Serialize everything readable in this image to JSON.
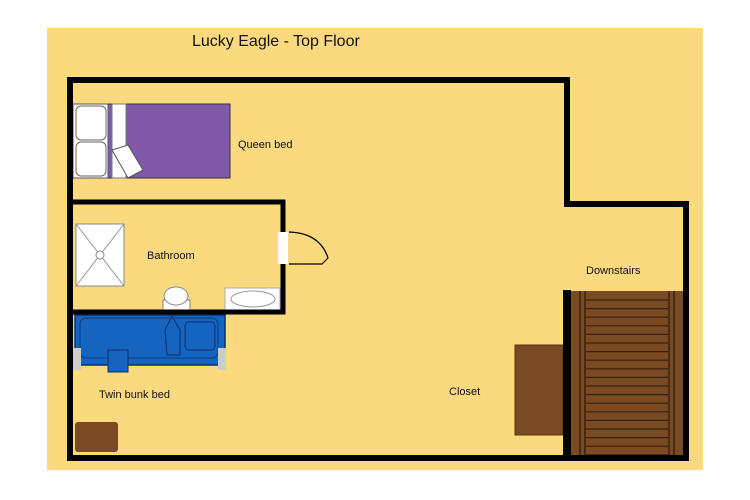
{
  "title": "Lucky Eagle - Top Floor",
  "rooms": {
    "queen_bed": "Queen bed",
    "bathroom": "Bathroom",
    "downstairs": "Downstairs",
    "closet": "Closet",
    "twin_bunk_bed": "Twin bunk bed"
  },
  "colors": {
    "floor": "#fbd97f",
    "wall": "#000000",
    "queen_bed": "#8059a8",
    "bunk_bed": "#1565c0",
    "wood": "#7a4a22"
  }
}
